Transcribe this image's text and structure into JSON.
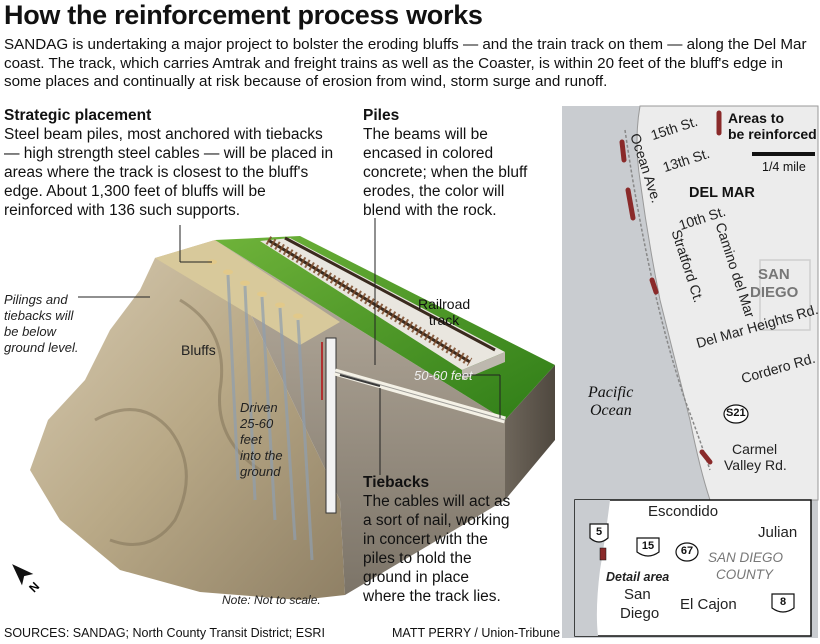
{
  "title": "How the reinforcement process works",
  "intro": "SANDAG is undertaking a major project to bolster the eroding bluffs — and the train track on them — along the Del Mar coast. The track, which carries Amtrak and freight trains as well as the Coaster, is within 20 feet of the bluff's edge in some places and continually at risk because of erosion from wind, storm surge and runoff.",
  "strategic": {
    "heading": "Strategic placement",
    "lines": [
      "Steel beam piles, most anchored with tiebacks",
      "— high strength steel cables — will be placed in",
      "areas where the track is closest to the bluff's",
      "edge. About 1,300 feet of bluffs will be",
      "reinforced with 136 such supports."
    ]
  },
  "piles": {
    "heading": "Piles",
    "lines": [
      "The beams will be",
      "encased in colored",
      "concrete; when the bluff",
      "erodes, the color will",
      "blend with the rock."
    ]
  },
  "tiebacks": {
    "heading": "Tiebacks",
    "lines": [
      "The cables will act as",
      "a sort of nail, working",
      "in concert with the",
      "piles to hold the",
      "ground in place",
      "where the track lies."
    ]
  },
  "diagram_labels": {
    "pilings": [
      "Pilings and",
      "tiebacks will",
      "be below",
      "ground level."
    ],
    "bluffs": "Bluffs",
    "driven": [
      "Driven",
      "25-60",
      "feet",
      "into the",
      "ground"
    ],
    "railroad": [
      "Railroad",
      "track"
    ],
    "length": "50-60 feet",
    "note": "Note: Not to scale."
  },
  "map": {
    "legend": [
      "Areas to",
      "be reinforced"
    ],
    "scale": "1/4 mile",
    "streets": [
      "15th St.",
      "13th St.",
      "10th St.",
      "Ocean Ave.",
      "Stratford Ct.",
      "Camino del Mar",
      "Del Mar Heights Rd.",
      "Cordero Rd.",
      "Carmel",
      "Valley Rd."
    ],
    "places": [
      "DEL MAR",
      "SAN",
      "DIEGO",
      "Pacific",
      "Ocean"
    ],
    "route": "S21",
    "inset": {
      "places": [
        "Escondido",
        "Julian",
        "San",
        "Diego",
        "El Cajon",
        "Detail area",
        "SAN DIEGO",
        "COUNTY"
      ],
      "routes": [
        "5",
        "15",
        "67",
        "8"
      ]
    }
  },
  "sources": "SOURCES: SANDAG; North County Transit District; ESRI",
  "credit": "MATT PERRY / Union-Tribune",
  "colors": {
    "reinforce": "#8a2a2a",
    "water": "#c9ccd0",
    "land": "#ececec",
    "grass": "#3b8a1e",
    "ground": "#a39a8c"
  }
}
